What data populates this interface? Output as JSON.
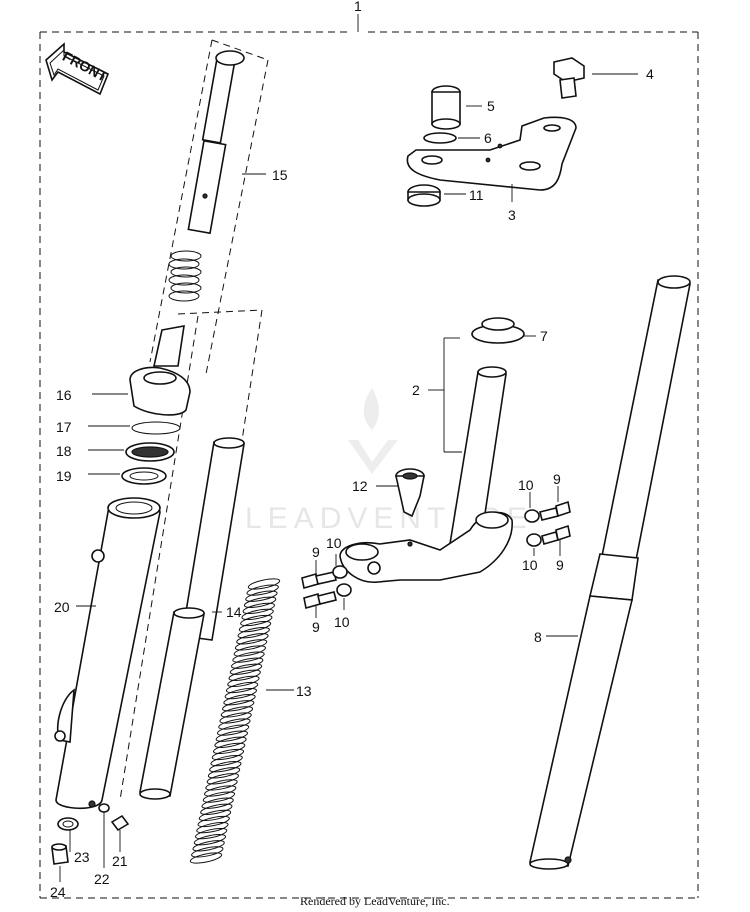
{
  "sheet_number": "1",
  "front_arrow_label": "FRONT",
  "watermark_text": "LEADVENTURE",
  "footer_text": "Rendered by LeadVenture, Inc.",
  "labels": {
    "p1": "1",
    "p2": "2",
    "p3": "3",
    "p4": "4",
    "p5": "5",
    "p6": "6",
    "p7": "7",
    "p8": "8",
    "p9a": "9",
    "p9b": "9",
    "p9c": "9",
    "p9d": "9",
    "p10a": "10",
    "p10b": "10",
    "p10c": "10",
    "p10d": "10",
    "p11": "11",
    "p12": "12",
    "p13": "13",
    "p14": "14",
    "p15": "15",
    "p16": "16",
    "p17": "17",
    "p18": "18",
    "p19": "19",
    "p20": "20",
    "p21": "21",
    "p22": "22",
    "p23": "23",
    "p24": "24"
  }
}
